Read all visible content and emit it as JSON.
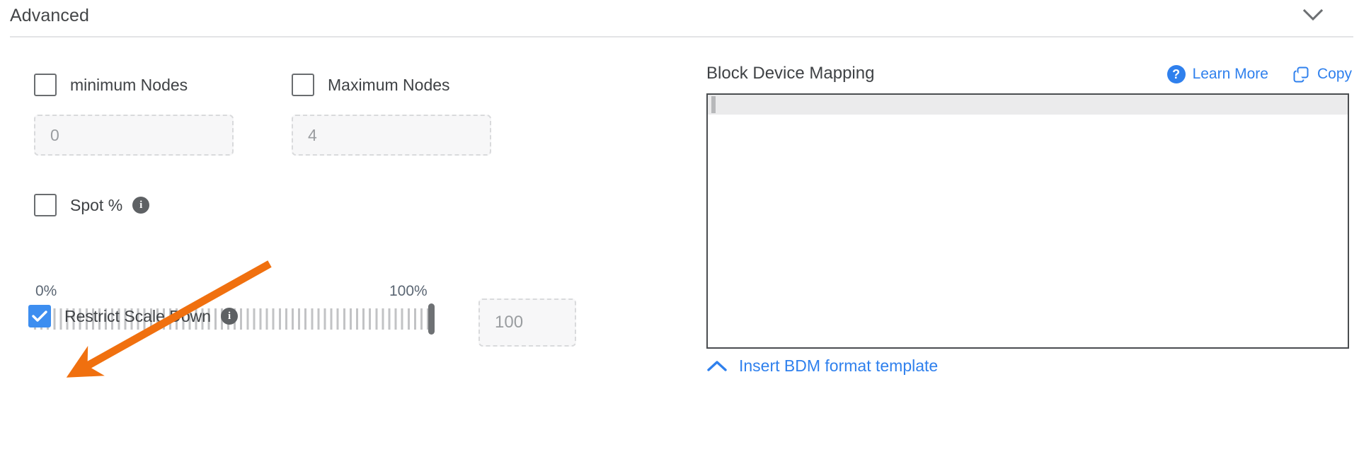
{
  "section": {
    "title": "Advanced",
    "collapse_icon": "chevron-down-icon"
  },
  "left": {
    "min_nodes": {
      "label": "minimum Nodes",
      "checked": false,
      "input_placeholder": "0",
      "input_value": ""
    },
    "max_nodes": {
      "label": "Maximum Nodes",
      "checked": false,
      "input_placeholder": "4",
      "input_value": ""
    },
    "spot": {
      "label": "Spot %",
      "checked": false,
      "info_icon": "info-icon",
      "info_glyph": "i"
    },
    "slider": {
      "min_label": "0%",
      "max_label": "100%",
      "value_placeholder": "100",
      "value": 100,
      "min": 0,
      "max": 100
    },
    "restrict_scale_down": {
      "label": "Restrict Scale Down",
      "checked": true,
      "info_icon": "info-icon",
      "info_glyph": "i",
      "check_glyph": "check-icon"
    }
  },
  "right": {
    "bdm_title": "Block Device Mapping",
    "learn_more": {
      "label": "Learn More",
      "icon": "help-question-icon",
      "icon_glyph": "?"
    },
    "copy": {
      "label": "Copy",
      "icon": "copy-icon"
    },
    "editor": {
      "content": "",
      "active_line": 1
    },
    "footer_link": {
      "label": "Insert BDM format template",
      "icon": "chevron-up-icon"
    }
  },
  "annotation": {
    "type": "arrow",
    "color": "#f0700f",
    "points_to": "restrict-scale-down-checkbox"
  },
  "colors": {
    "accent_blue": "#2f80ed",
    "checkbox_blue": "#3d8ef0",
    "annotation_orange": "#f0700f",
    "text_primary": "#3f4245",
    "text_muted": "#9a9da0",
    "editor_border": "#4a4d50"
  }
}
